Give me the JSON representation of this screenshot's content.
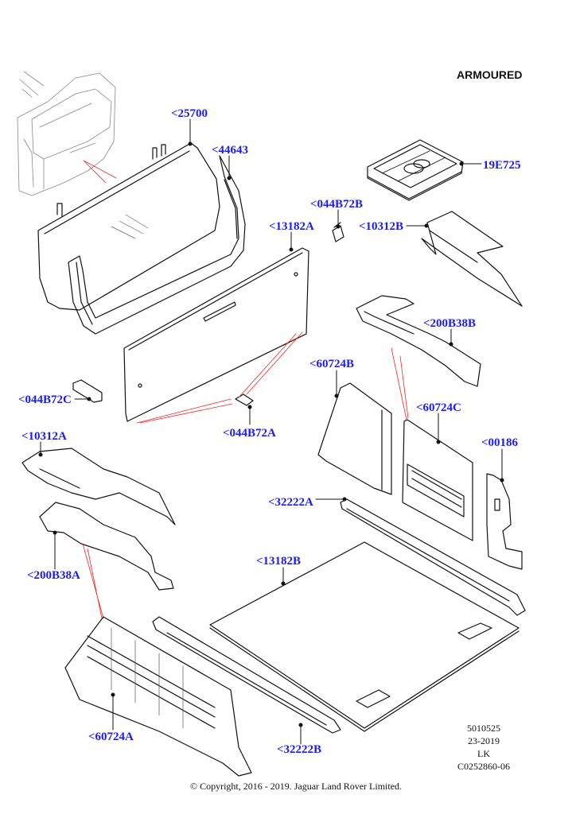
{
  "header": {
    "variant_label": "ARMOURED"
  },
  "callouts": [
    {
      "id": "25700",
      "label": "<25700"
    },
    {
      "id": "44643",
      "label": "<44643"
    },
    {
      "id": "13182A",
      "label": "<13182A"
    },
    {
      "id": "044B72B",
      "label": "<044B72B"
    },
    {
      "id": "19E725",
      "label": "19E725"
    },
    {
      "id": "10312B",
      "label": "<10312B"
    },
    {
      "id": "200B38B",
      "label": "<200B38B"
    },
    {
      "id": "60724B",
      "label": "<60724B"
    },
    {
      "id": "60724C",
      "label": "<60724C"
    },
    {
      "id": "044B72C",
      "label": "<044B72C"
    },
    {
      "id": "044B72A",
      "label": "<044B72A"
    },
    {
      "id": "10312A",
      "label": "<10312A"
    },
    {
      "id": "00186",
      "label": "<00186"
    },
    {
      "id": "32222A",
      "label": "<32222A"
    },
    {
      "id": "200B38A",
      "label": "<200B38A"
    },
    {
      "id": "13182B",
      "label": "<13182B"
    },
    {
      "id": "60724A",
      "label": "<60724A"
    },
    {
      "id": "32222B",
      "label": "<32222B"
    }
  ],
  "footer": {
    "ref_lines": [
      "5010525",
      "23-2019",
      "LK",
      "C0252860-06"
    ],
    "copyright": "© Copyright, 2016 - 2019. Jaguar Land Rover Limited."
  },
  "colors": {
    "callout": "#1a1aff",
    "leader": "#111111",
    "pointer": "#ff2020",
    "line": "#111111"
  }
}
